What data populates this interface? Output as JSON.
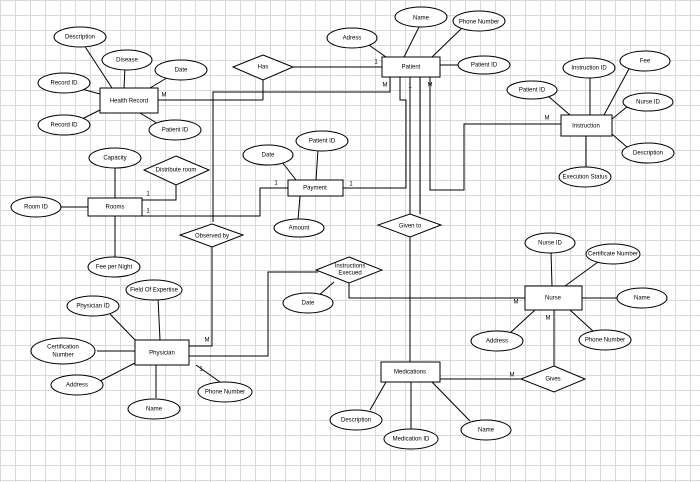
{
  "entities": {
    "patient": "Patient",
    "health_record": "Health Record",
    "instruction": "Instruction",
    "rooms": "Rooms",
    "payment": "Payment",
    "nurse": "Nurse",
    "physician": "Physician",
    "medications": "Medications"
  },
  "relationships": {
    "has": "Has",
    "distribute_room": "Distribute room",
    "observed_by": "Observed by",
    "given_to": "Given to",
    "instructions_execued": [
      "Instructions",
      "Execued"
    ],
    "gives": "Gives"
  },
  "attributes": {
    "patient_name": "Name",
    "patient_phone": "Phone Number",
    "patient_adress": "Adress",
    "patient_id": "Patient ID",
    "hr_description": "Description",
    "hr_disease": "Disease",
    "hr_date": "Date",
    "hr_record_id_1": "Record ID",
    "hr_record_id_2": "Record ID",
    "hr_patient_id": "Patient ID",
    "ins_instruction_id": "Instruction ID",
    "ins_fee": "Fee",
    "ins_patient_id": "Patient ID",
    "ins_nurse_id": "Nurse ID",
    "ins_description": "Description",
    "ins_execution_status": "Execution Status",
    "rooms_capacity": "Capacity",
    "rooms_room_id": "Room ID",
    "rooms_fee": "Fee per Night",
    "pay_date": "Date",
    "pay_patient_id": "Patient ID",
    "pay_amount": "Amount",
    "nurse_id": "Nurse ID",
    "nurse_certificate": "Certificate Number",
    "nurse_name": "Name",
    "nurse_address": "Address",
    "nurse_phone": "Phone Number",
    "exec_date": "Date",
    "phy_field": "Field Of Expertise",
    "phy_id": "Physician ID",
    "phy_cert": [
      "Certification",
      "Number"
    ],
    "phy_address": "Address",
    "phy_name": "Name",
    "phy_phone": "Phone Number",
    "med_description": "Description",
    "med_id": "Medication ID",
    "med_name": "Name"
  },
  "cardinalities": {
    "patient_has": "1",
    "patient_m1": "M",
    "patient_one": "1",
    "patient_m2": "M",
    "hr_m": "M",
    "instruction_m": "M",
    "payment_one_left": "1",
    "payment_one_right": "1",
    "rooms_one_top": "1",
    "rooms_one_bottom": "1",
    "nurse_m_left": "M",
    "nurse_m_bottom": "M",
    "physician_m": "M",
    "physician_one": "1",
    "gives_m": "M"
  }
}
